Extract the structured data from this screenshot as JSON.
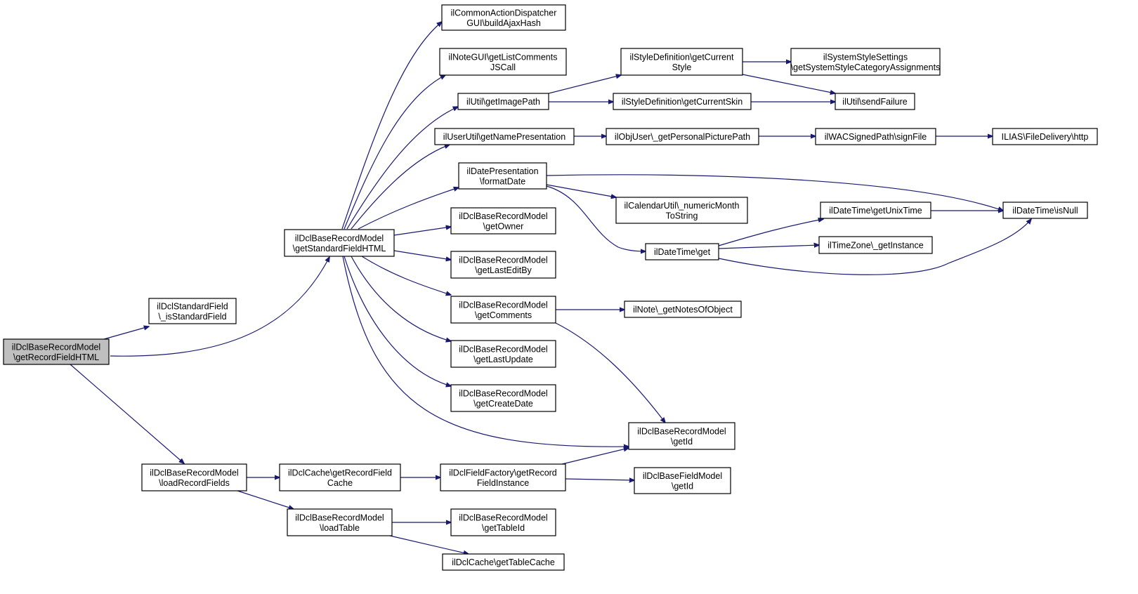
{
  "diagram": {
    "edge_color": "#191970",
    "root_fill": "#bfbfbf",
    "nodes": {
      "root": [
        "ilDclBaseRecordModel",
        "\\getRecordFieldHTML"
      ],
      "isStandardField": [
        "ilDclStandardField",
        "\\_isStandardField"
      ],
      "getStandardFieldHTML": [
        "ilDclBaseRecordModel",
        "\\getStandardFieldHTML"
      ],
      "loadRecordFields": [
        "ilDclBaseRecordModel",
        "\\loadRecordFields"
      ],
      "buildAjaxHash": [
        "ilCommonActionDispatcher",
        "GUI\\buildAjaxHash"
      ],
      "getListCommentsJSCall": [
        "ilNoteGUI\\getListComments",
        "JSCall"
      ],
      "getImagePath": [
        "ilUtil\\getImagePath"
      ],
      "getNamePresentation": [
        "ilUserUtil\\getNamePresentation"
      ],
      "formatDate": [
        "ilDatePresentation",
        "\\formatDate"
      ],
      "getOwner": [
        "ilDclBaseRecordModel",
        "\\getOwner"
      ],
      "getLastEditBy": [
        "ilDclBaseRecordModel",
        "\\getLastEditBy"
      ],
      "getComments": [
        "ilDclBaseRecordModel",
        "\\getComments"
      ],
      "getLastUpdate": [
        "ilDclBaseRecordModel",
        "\\getLastUpdate"
      ],
      "getCreateDate": [
        "ilDclBaseRecordModel",
        "\\getCreateDate"
      ],
      "recordGetId": [
        "ilDclBaseRecordModel",
        "\\getId"
      ],
      "getRecordFieldCache": [
        "ilDclCache\\getRecordField",
        "Cache"
      ],
      "loadTable": [
        "ilDclBaseRecordModel",
        "\\loadTable"
      ],
      "getRecordFieldInstance": [
        "ilDclFieldFactory\\getRecord",
        "FieldInstance"
      ],
      "fieldGetId": [
        "ilDclBaseFieldModel",
        "\\getId"
      ],
      "getTableId": [
        "ilDclBaseRecordModel",
        "\\getTableId"
      ],
      "getTableCache": [
        "ilDclCache\\getTableCache"
      ],
      "getCurrentStyle": [
        "ilStyleDefinition\\getCurrent",
        "Style"
      ],
      "getCurrentSkin": [
        "ilStyleDefinition\\getCurrentSkin"
      ],
      "getSystemStyleCategoryAssignments": [
        "ilSystemStyleSettings",
        "\\getSystemStyleCategoryAssignments"
      ],
      "sendFailure": [
        "ilUtil\\sendFailure"
      ],
      "getPersonalPicturePath": [
        "ilObjUser\\_getPersonalPicturePath"
      ],
      "signFile": [
        "ilWACSignedPath\\signFile"
      ],
      "http": [
        "ILIAS\\FileDelivery\\http"
      ],
      "numericMonthToString": [
        "ilCalendarUtil\\_numericMonth",
        "ToString"
      ],
      "dateTimeGet": [
        "ilDateTime\\get"
      ],
      "getUnixTime": [
        "ilDateTime\\getUnixTime"
      ],
      "isNull": [
        "ilDateTime\\isNull"
      ],
      "getInstance": [
        "ilTimeZone\\_getInstance"
      ],
      "getNotesOfObject": [
        "ilNote\\_getNotesOfObject"
      ]
    }
  }
}
